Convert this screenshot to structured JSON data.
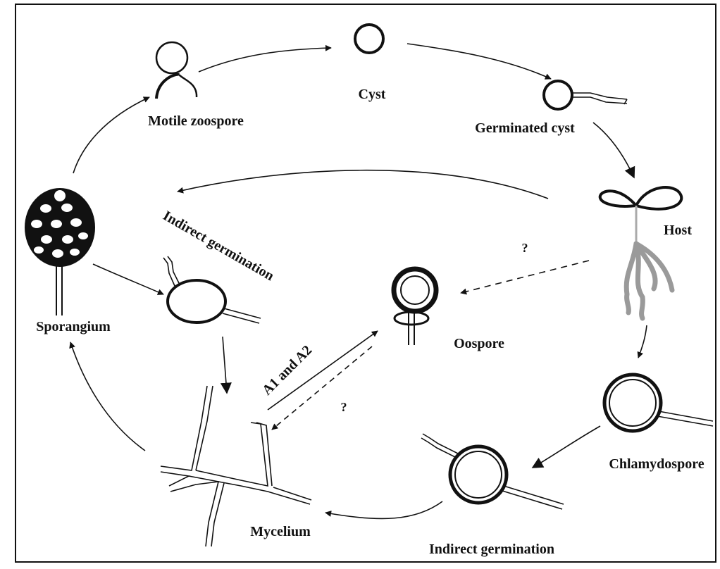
{
  "diagram": {
    "nodes": {
      "motile_zoospore": "Motile zoospore",
      "cyst": "Cyst",
      "germinated_cyst": "Germinated cyst",
      "host": "Host",
      "oospore": "Oospore",
      "sporangium": "Sporangium",
      "chlamydospore": "Chlamydospore",
      "mycelium": "Mycelium"
    },
    "edge_labels": {
      "indirect_germination_upper": "Indirect germination",
      "indirect_germination_lower": "Indirect germination",
      "mating": "A1 and A2",
      "host_to_oospore_question": "?",
      "oospore_to_mycelium_question": "?"
    },
    "edges": [
      {
        "from": "motile_zoospore",
        "to": "cyst",
        "style": "solid"
      },
      {
        "from": "cyst",
        "to": "germinated_cyst",
        "style": "solid"
      },
      {
        "from": "germinated_cyst",
        "to": "host",
        "style": "solid"
      },
      {
        "from": "host",
        "to": "sporangium",
        "style": "solid"
      },
      {
        "from": "host",
        "to": "oospore",
        "style": "dashed"
      },
      {
        "from": "host",
        "to": "chlamydospore",
        "style": "solid"
      },
      {
        "from": "chlamydospore",
        "to": "indirect_germination_lower",
        "style": "solid"
      },
      {
        "from": "indirect_germination_lower",
        "to": "mycelium",
        "style": "solid"
      },
      {
        "from": "mycelium",
        "to": "sporangium",
        "style": "solid"
      },
      {
        "from": "sporangium",
        "to": "motile_zoospore",
        "style": "solid"
      },
      {
        "from": "sporangium",
        "to": "indirect_germination_upper",
        "style": "solid"
      },
      {
        "from": "indirect_germination_upper",
        "to": "mycelium",
        "style": "solid"
      },
      {
        "from": "mycelium",
        "to": "oospore",
        "style": "solid"
      },
      {
        "from": "oospore",
        "to": "mycelium",
        "style": "dashed"
      }
    ],
    "colors": {
      "ink": "#111111",
      "host_root": "#9a9a9a",
      "background": "#ffffff"
    }
  }
}
